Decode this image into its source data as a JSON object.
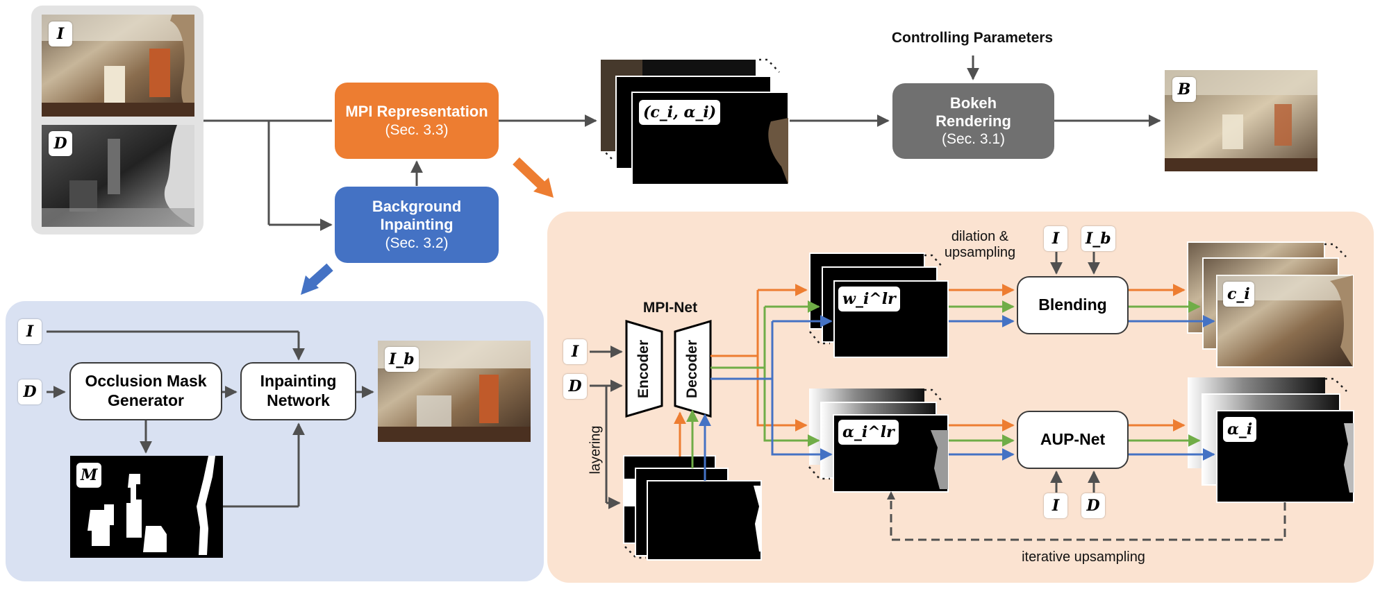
{
  "colors": {
    "orange": "#ed7d31",
    "blue": "#4472c4",
    "green": "#70ad47",
    "gray": "#707070",
    "arrow": "#505050",
    "input_panel": "#e3e3e3",
    "inpaint_panel": "#d9e1f2",
    "mpi_panel": "#fbe3d1"
  },
  "tags": {
    "input_image": "I",
    "input_depth": "D",
    "rgba_layers": "(c_i, α_i)",
    "bokeh_output": "B",
    "inpaint_image_input": "I",
    "inpaint_depth_input": "D",
    "inpainted_background": "I_b",
    "occlusion_mask": "M",
    "net_image_input": "I",
    "net_depth_input": "D",
    "blend_weights": "w_i^lr",
    "blend_image_input": "I",
    "blend_background_input": "I_b",
    "blended_color": "c_i",
    "low_res_alpha": "α_i^lr",
    "aup_image_input": "I",
    "aup_depth_input": "D",
    "full_res_alpha": "α_i"
  },
  "boxes": {
    "mpi_representation": {
      "title": "MPI Representation",
      "sub": "(Sec. 3.3)"
    },
    "background_inpainting": {
      "title": "Background Inpainting",
      "sub": "(Sec. 3.2)"
    },
    "bokeh_rendering": {
      "title": "Bokeh Rendering",
      "sub": "(Sec. 3.1)"
    },
    "occlusion_mask_generator": {
      "title": "Occlusion Mask Generator"
    },
    "inpainting_network": {
      "title": "Inpainting Network"
    },
    "blending": {
      "title": "Blending"
    },
    "aup_net": {
      "title": "AUP-Net"
    }
  },
  "labels": {
    "controlling_parameters": "Controlling Parameters",
    "mpi_net": "MPI-Net",
    "encoder": "Encoder",
    "decoder": "Decoder",
    "layering": "layering",
    "dilation_upsampling": "dilation & upsampling",
    "iterative_upsampling": "iterative upsampling"
  }
}
